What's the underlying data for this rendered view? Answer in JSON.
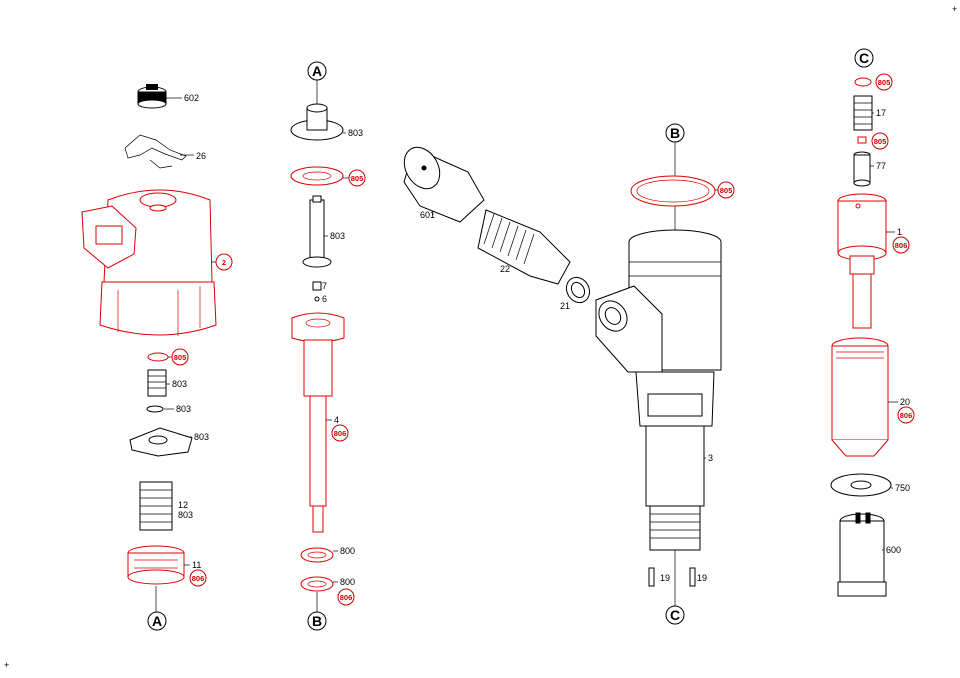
{
  "callouts": {
    "A": "A",
    "B": "B",
    "C": "C"
  },
  "parts": {
    "p602": "602",
    "p26": "26",
    "p2": "2",
    "p805_a": "805",
    "p803_a": "803",
    "p803_b": "803",
    "p803_c": "803",
    "p12": "12",
    "p803_d": "803",
    "p11": "11",
    "p806_a": "806",
    "p803_e": "803",
    "p805_b": "805",
    "p803_f": "803",
    "p7": "7",
    "p6": "6",
    "p4": "4",
    "p806_b": "806",
    "p800_a": "800",
    "p800_b": "800",
    "p806_c": "806",
    "p601": "601",
    "p22": "22",
    "p21": "21",
    "p805_c": "805",
    "p3": "3",
    "p19_a": "19",
    "p19_b": "19",
    "p805_d": "805",
    "p17": "17",
    "p805_e": "805",
    "p77": "77",
    "p1": "1",
    "p806_d": "806",
    "p20": "20",
    "p806_e": "806",
    "p750": "750",
    "p600": "600"
  },
  "marks": {
    "plus_top": "+",
    "plus_bottom": "+"
  },
  "colors": {
    "highlight": "#dd0000",
    "outline": "#000000"
  }
}
